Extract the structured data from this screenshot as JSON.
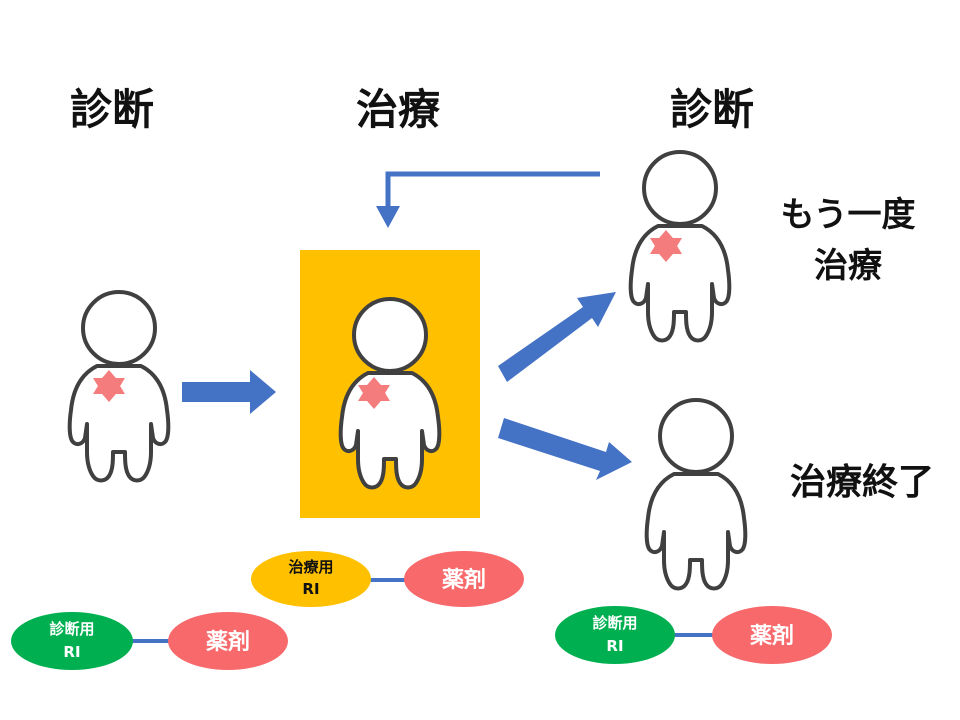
{
  "headings": {
    "diagnosis_left": "診断",
    "treatment": "治療",
    "diagnosis_right": "診断"
  },
  "outcomes": {
    "retreat_line1": "もう一度",
    "retreat_line2": "治療",
    "complete": "治療終了"
  },
  "pairs": {
    "therapy": {
      "ri_line1": "治療用",
      "ri_line2": "RI",
      "drug": "薬剤"
    },
    "diagnostic_left": {
      "ri_line1": "診断用",
      "ri_line2": "RI",
      "drug": "薬剤"
    },
    "diagnostic_right": {
      "ri_line1": "診断用",
      "ri_line2": "RI",
      "drug": "薬剤"
    }
  },
  "colors": {
    "arrow": "#4472C4",
    "treatment_box": "#FFC000",
    "tumor_star": "#F47C7C",
    "diagnostic_ri": "#00B050",
    "therapeutic_ri": "#FFC000",
    "drug": "#F8696B",
    "link": "#4472C4",
    "person_outline": "#404040"
  }
}
